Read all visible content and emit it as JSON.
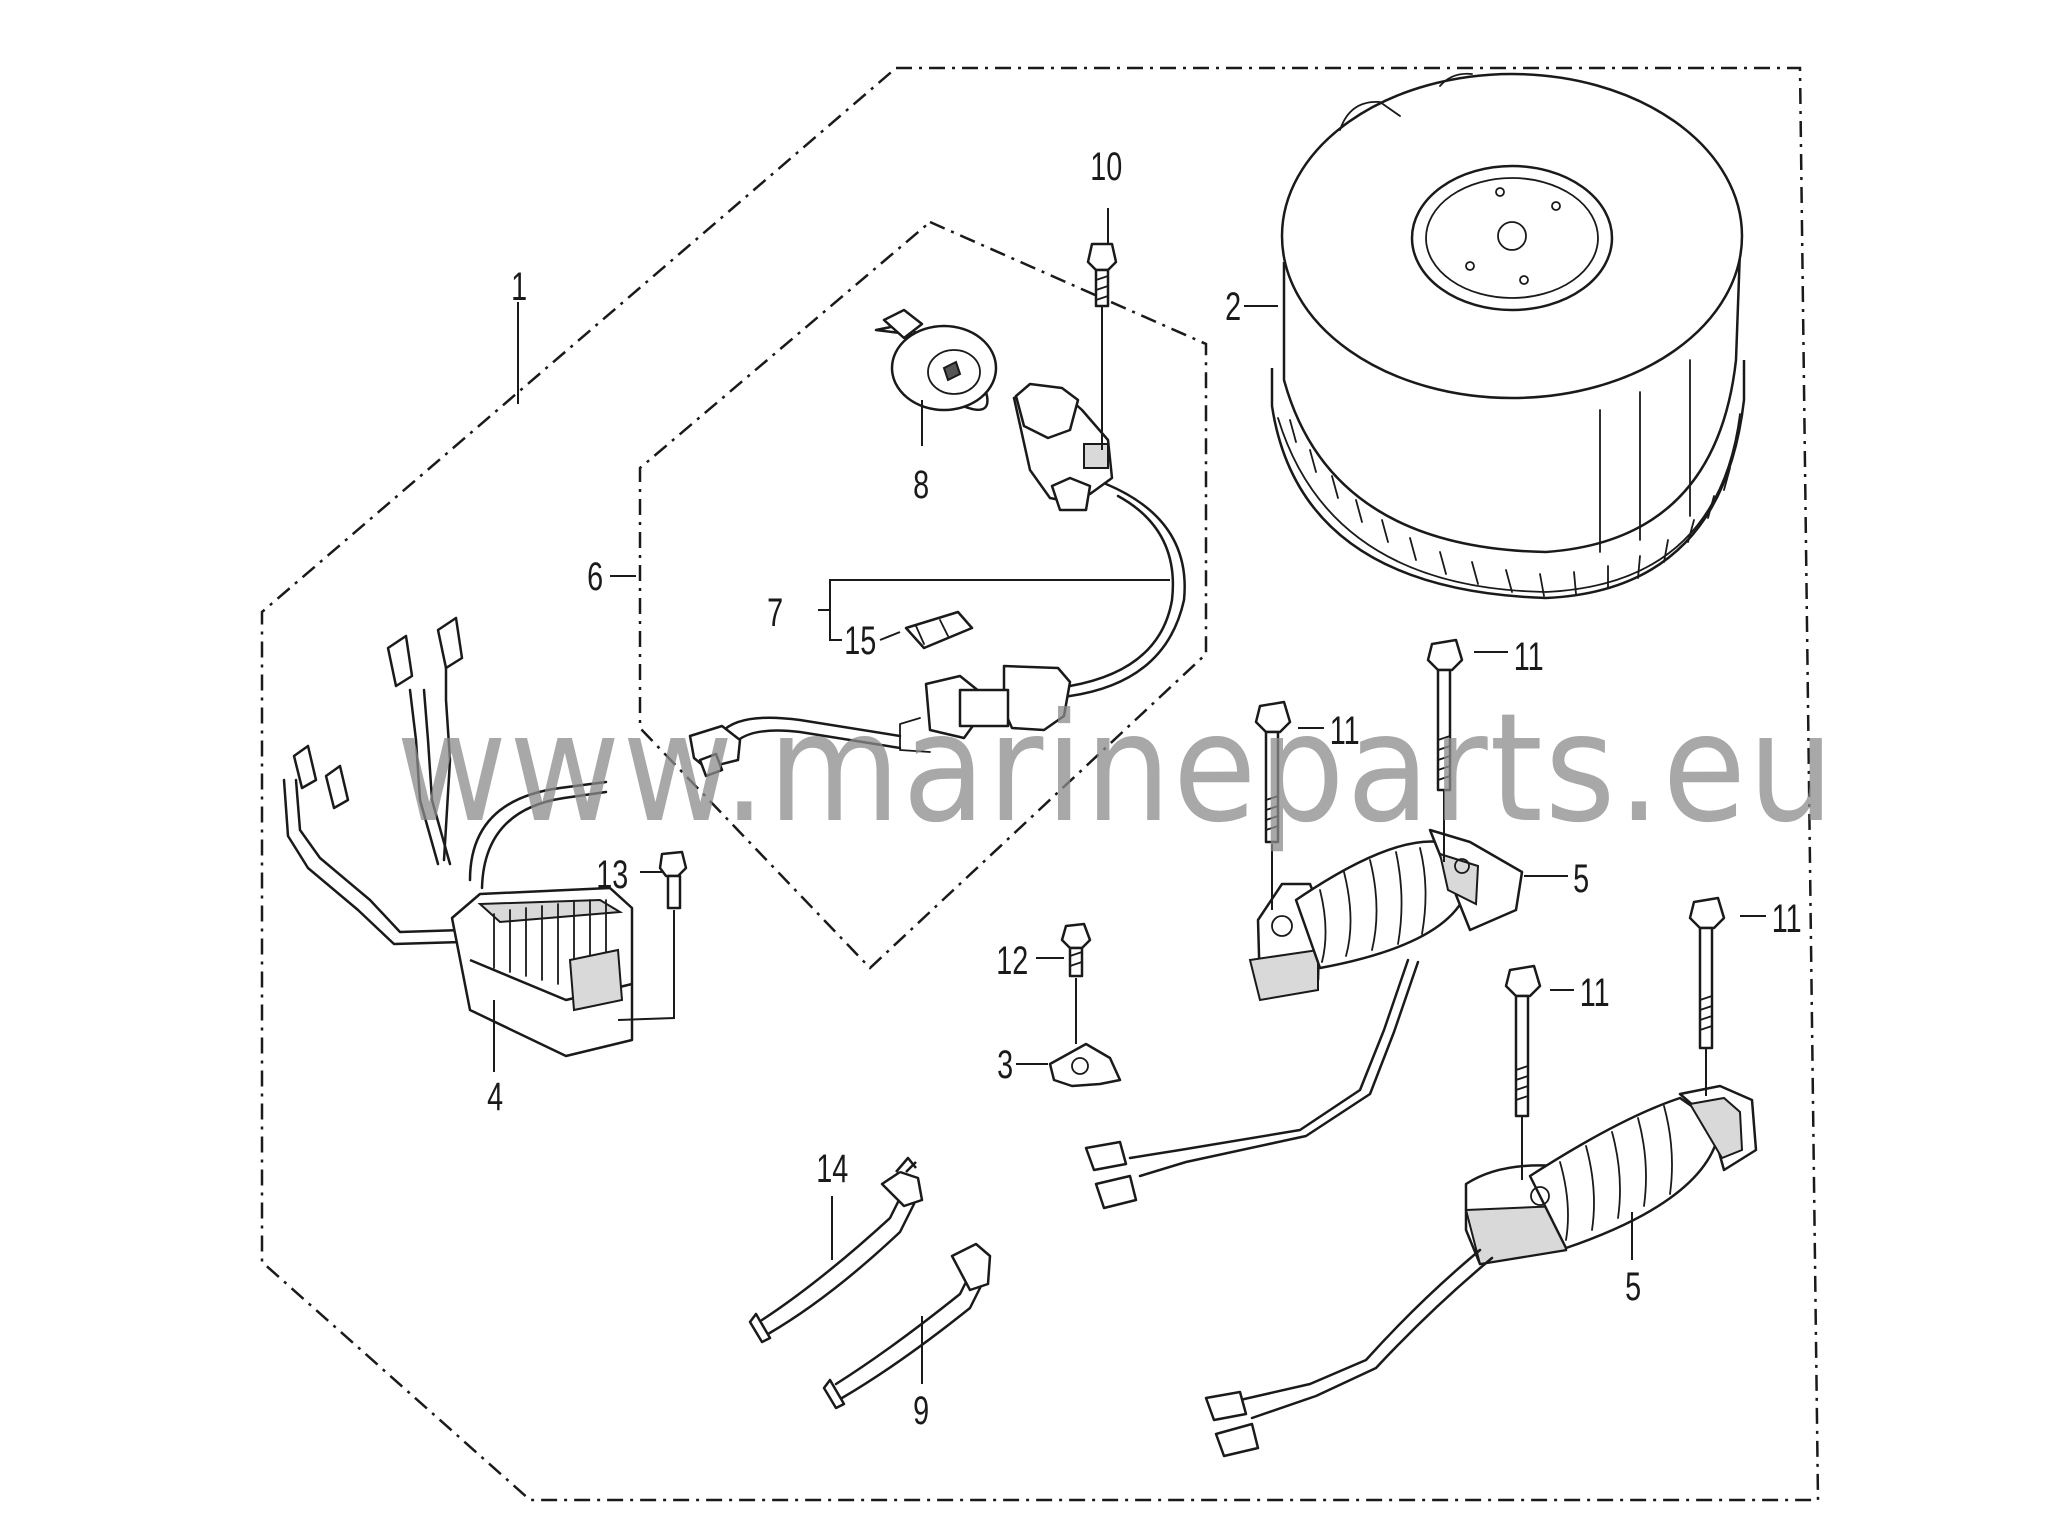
{
  "callouts": [
    {
      "id": "1",
      "text": "1"
    },
    {
      "id": "2",
      "text": "2"
    },
    {
      "id": "3",
      "text": "3"
    },
    {
      "id": "4",
      "text": "4"
    },
    {
      "id": "5a",
      "text": "5"
    },
    {
      "id": "5b",
      "text": "5"
    },
    {
      "id": "6",
      "text": "6"
    },
    {
      "id": "7",
      "text": "7"
    },
    {
      "id": "8",
      "text": "8"
    },
    {
      "id": "9",
      "text": "9"
    },
    {
      "id": "10",
      "text": "10"
    },
    {
      "id": "11a",
      "text": "11"
    },
    {
      "id": "11b",
      "text": "11"
    },
    {
      "id": "11c",
      "text": "11"
    },
    {
      "id": "11d",
      "text": "11"
    },
    {
      "id": "12",
      "text": "12"
    },
    {
      "id": "13",
      "text": "13"
    },
    {
      "id": "14",
      "text": "14"
    },
    {
      "id": "15",
      "text": "15"
    }
  ],
  "watermark": "www.marineparts.eu",
  "colors": {
    "line": "#1a1a1a",
    "watermark": "#8c8c8c",
    "background": "#ffffff"
  }
}
